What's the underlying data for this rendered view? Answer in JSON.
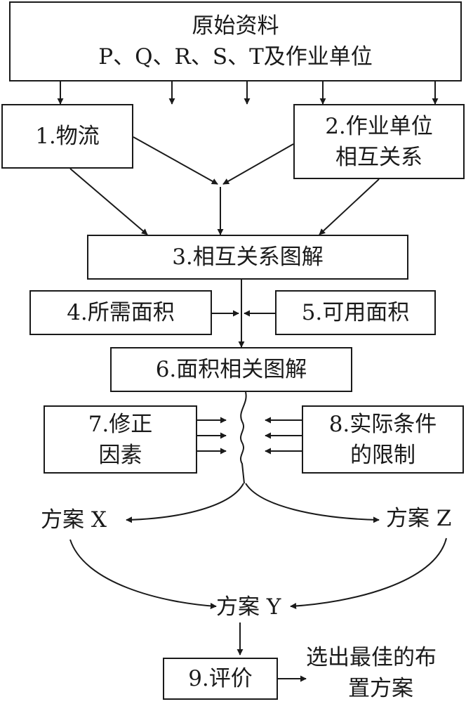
{
  "nodes": {
    "raw_data": {
      "line1": "原始资料",
      "line2": "P、Q、R、S、T及作业单位"
    },
    "flow": {
      "line1": "1.物流"
    },
    "relations": {
      "line1": "2.作业单位",
      "line2": "相互关系"
    },
    "relation_diagram": {
      "line1": "3.相互关系图解"
    },
    "required_area": {
      "line1": "4.所需面积"
    },
    "available_area": {
      "line1": "5.可用面积"
    },
    "area_diagram": {
      "line1": "6.面积相关图解"
    },
    "correction": {
      "line1": "7.修正",
      "line2": "因素"
    },
    "constraints": {
      "line1": "8.实际条件",
      "line2": "的限制"
    },
    "plan_x": {
      "line1": "方案 X"
    },
    "plan_z": {
      "line1": "方案 Z"
    },
    "plan_y": {
      "line1": "方案 Y"
    },
    "evaluation": {
      "line1": "9.评价"
    },
    "result": {
      "line1": "选出最佳的布",
      "line2": "置方案"
    }
  }
}
